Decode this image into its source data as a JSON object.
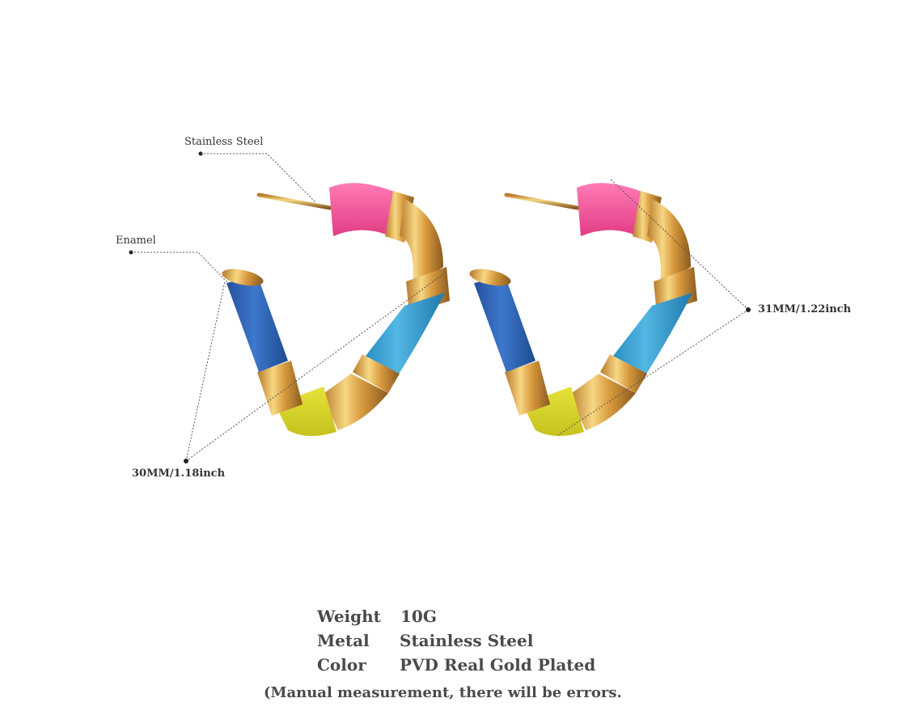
{
  "callouts": {
    "material_top": "Stainless Steel",
    "material_side": "Enamel",
    "width_dimension": "30MM/1.18inch",
    "height_dimension": "31MM/1.22inch"
  },
  "specs": [
    {
      "key": "Weight",
      "value": "10G"
    },
    {
      "key": "Metal",
      "value": "Stainless Steel"
    },
    {
      "key": "Color",
      "value": "PVD Real Gold Plated"
    }
  ],
  "note": "(Manual measurement, there will be errors.",
  "colors": {
    "pink_enamel": "#f0589a",
    "cyan_enamel": "#2f9ccf",
    "blue_enamel": "#2d63b8",
    "yellow_enamel": "#d9d62a",
    "gold": "#d9a441"
  }
}
